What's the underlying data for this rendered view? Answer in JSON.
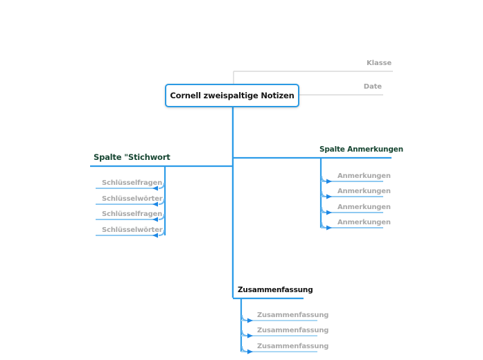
{
  "diagram": {
    "type": "mindmap",
    "title": "Cornell zweispaltige Notizen"
  },
  "colors": {
    "parent_line": "#2d9ce8",
    "child_line": "#8fc9f1",
    "arrow": "#1e88e5",
    "node_border": "#2b9ae3",
    "heading_green": "#174632",
    "heading_dark": "#101010",
    "gray_text": "#a2a2a2",
    "gray_line": "#d9d9d9",
    "background": "#ffffff"
  },
  "root_node": {
    "label": "Cornell zweispaltige Notizen"
  },
  "branches": {
    "klasse": {
      "label": "Klasse"
    },
    "date": {
      "label": "Date"
    },
    "stichwort": {
      "label": "Spalte \"Stichwort",
      "children": [
        "Schlüsselfragen",
        "Schlüsselwörter",
        "Schlüsselfragen",
        "Schlüsselwörter"
      ]
    },
    "anmerkungen": {
      "label": "Spalte Anmerkungen",
      "children": [
        "Anmerkungen",
        "Anmerkungen",
        "Anmerkungen",
        "Anmerkungen"
      ]
    },
    "zusammenfassung": {
      "label": "Zusammenfassung",
      "children": [
        "Zusammenfassung",
        "Zusammenfassung",
        "Zusammenfassung"
      ]
    }
  }
}
